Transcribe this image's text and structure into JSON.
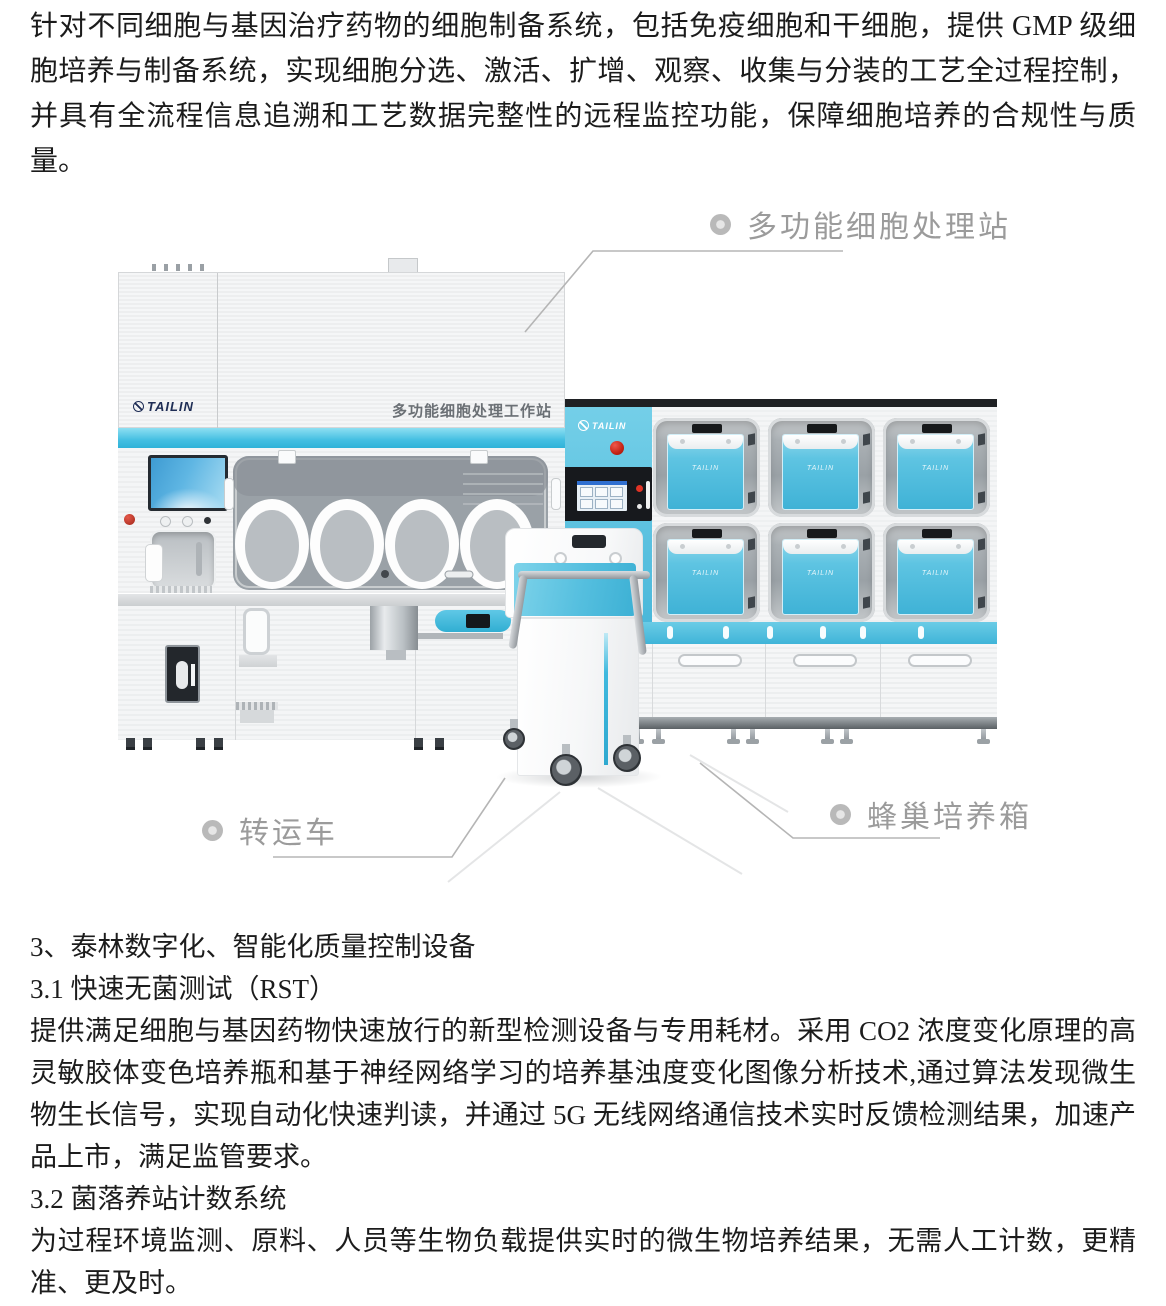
{
  "intro": "针对不同细胞与基因治疗药物的细胞制备系统，包括免疫细胞和干细胞，提供 GMP 级细胞培养与制备系统，实现细胞分选、激活、扩增、观察、收集与分装的工艺全过程控制，并具有全流程信息追溯和工艺数据完整性的远程监控功能，保障细胞培养的合规性与质量。",
  "figure": {
    "brand": "TAILIN",
    "isolator_panel_label": "多功能细胞处理工作站",
    "callouts": {
      "processing_station": "多功能细胞处理站",
      "transfer_cart": "转运车",
      "incubator": "蜂巢培养箱"
    }
  },
  "sections": {
    "s3": {
      "heading": "3、泰林数字化、智能化质量控制设备"
    },
    "s31": {
      "heading": "3.1 快速无菌测试（RST）",
      "body": "提供满足细胞与基因药物快速放行的新型检测设备与专用耗材。采用 CO2 浓度变化原理的高灵敏胶体变色培养瓶和基于神经网络学习的培养基浊度变化图像分析技术,通过算法发现微生物生长信号，实现自动化快速判读，并通过 5G 无线网络通信技术实时反馈检测结果，加速产品上市，满足监管要求。"
    },
    "s32": {
      "heading": "3.2 菌落养站计数系统",
      "body": "为过程环境监测、原料、人员等生物负载提供实时的微生物培养结果，无需人工计数，更精准、更及时。"
    }
  },
  "colors": {
    "accent_cyan": "#4fc0e0",
    "chamber_blue": "#5ec4e2",
    "label_gray": "#9b9b9b",
    "body_text": "#1c1c1c",
    "brand_navy": "#1e2d55"
  }
}
